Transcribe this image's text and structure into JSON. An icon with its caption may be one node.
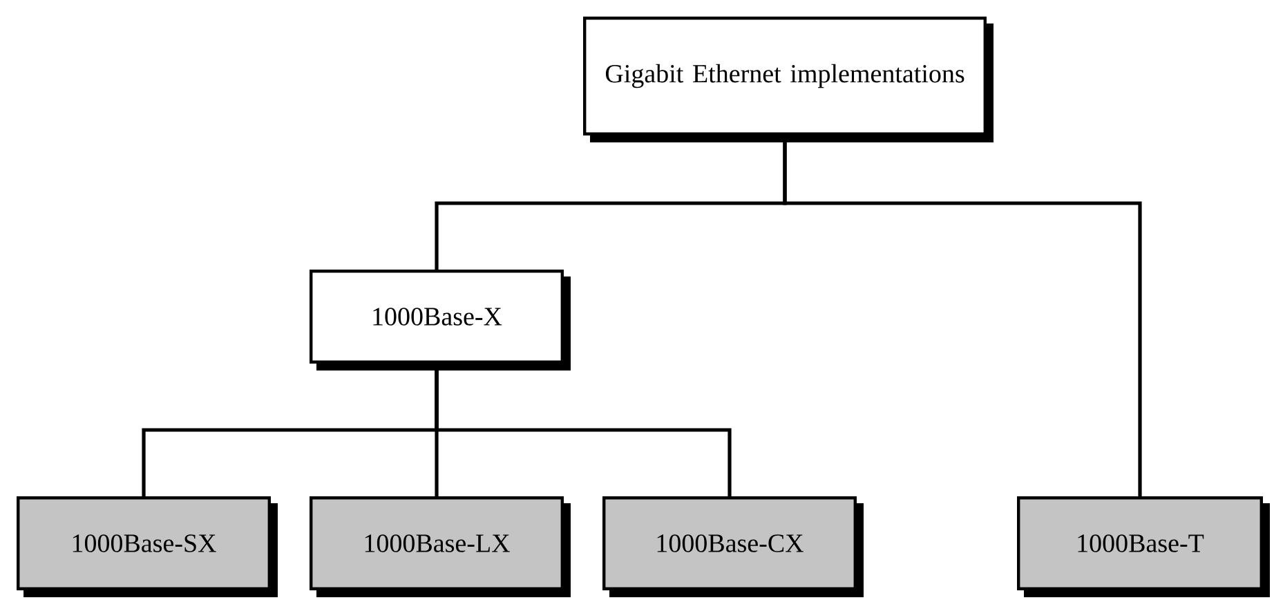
{
  "diagram": {
    "nodes": [
      {
        "text": [
          "Gigabit Ethernet implementations"
        ]
      },
      {
        "text": [
          "1000Base-X"
        ]
      },
      {
        "text": [
          "1000Base-SX"
        ]
      },
      {
        "text": [
          "1000Base-LX"
        ]
      },
      {
        "text": [
          "1000Base-CX"
        ]
      },
      {
        "text": [
          "1000Base-T"
        ]
      }
    ],
    "edges": [
      {
        "from": 0,
        "to": 1,
        "arrow": "none"
      },
      {
        "from": 0,
        "to": 5,
        "arrow": "none"
      },
      {
        "from": 1,
        "to": 2,
        "arrow": "none"
      },
      {
        "from": 1,
        "to": 3,
        "arrow": "none"
      },
      {
        "from": 1,
        "to": 4,
        "arrow": "none"
      }
    ]
  }
}
